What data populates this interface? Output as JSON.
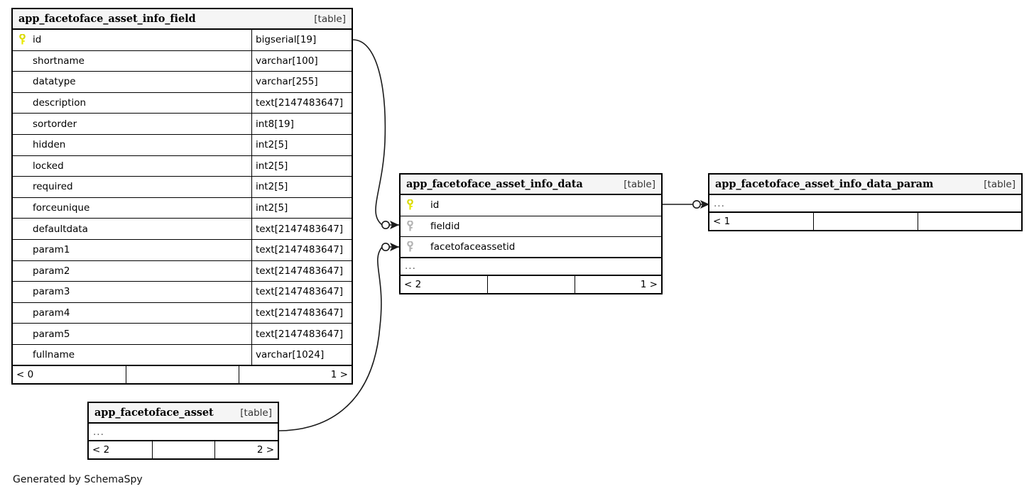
{
  "diagram": {
    "caption": "Generated by SchemaSpy",
    "table_tag": "[table]",
    "ellipsis": "...",
    "colors": {
      "primary_key": "#e8e800",
      "foreign_key": "#b3b3b3",
      "border": "#000000",
      "header_background": "#f5f5f5",
      "canvas_background": "#ffffff"
    }
  },
  "tables": {
    "asset_info_field": {
      "name": "app_facetoface_asset_info_field",
      "tag": "[table]",
      "columns": [
        {
          "name": "id",
          "type": "bigserial[19]",
          "key": "primary"
        },
        {
          "name": "shortname",
          "type": "varchar[100]",
          "key": "none"
        },
        {
          "name": "datatype",
          "type": "varchar[255]",
          "key": "none"
        },
        {
          "name": "description",
          "type": "text[2147483647]",
          "key": "none"
        },
        {
          "name": "sortorder",
          "type": "int8[19]",
          "key": "none"
        },
        {
          "name": "hidden",
          "type": "int2[5]",
          "key": "none"
        },
        {
          "name": "locked",
          "type": "int2[5]",
          "key": "none"
        },
        {
          "name": "required",
          "type": "int2[5]",
          "key": "none"
        },
        {
          "name": "forceunique",
          "type": "int2[5]",
          "key": "none"
        },
        {
          "name": "defaultdata",
          "type": "text[2147483647]",
          "key": "none"
        },
        {
          "name": "param1",
          "type": "text[2147483647]",
          "key": "none"
        },
        {
          "name": "param2",
          "type": "text[2147483647]",
          "key": "none"
        },
        {
          "name": "param3",
          "type": "text[2147483647]",
          "key": "none"
        },
        {
          "name": "param4",
          "type": "text[2147483647]",
          "key": "none"
        },
        {
          "name": "param5",
          "type": "text[2147483647]",
          "key": "none"
        },
        {
          "name": "fullname",
          "type": "varchar[1024]",
          "key": "none"
        }
      ],
      "has_ellipsis_row": false,
      "footer": {
        "left": "< 0",
        "middle": "",
        "right": "1 >"
      }
    },
    "asset_info_data": {
      "name": "app_facetoface_asset_info_data",
      "tag": "[table]",
      "columns": [
        {
          "name": "id",
          "type": "",
          "key": "primary"
        },
        {
          "name": "fieldid",
          "type": "",
          "key": "foreign"
        },
        {
          "name": "facetofaceassetid",
          "type": "",
          "key": "foreign"
        }
      ],
      "has_ellipsis_row": true,
      "footer": {
        "left": "< 2",
        "middle": "",
        "right": "1 >"
      }
    },
    "asset_info_data_param": {
      "name": "app_facetoface_asset_info_data_param",
      "tag": "[table]",
      "columns": [],
      "has_ellipsis_row": true,
      "footer": {
        "left": "< 1",
        "middle": "",
        "right": ""
      }
    },
    "asset": {
      "name": "app_facetoface_asset",
      "tag": "[table]",
      "columns": [],
      "has_ellipsis_row": true,
      "footer": {
        "left": "< 2",
        "middle": "",
        "right": "2 >"
      }
    }
  },
  "relationships": [
    {
      "from_table": "app_facetoface_asset_info_field",
      "from_column": "id",
      "to_table": "app_facetoface_asset_info_data",
      "to_column": "fieldid"
    },
    {
      "from_table": "app_facetoface_asset",
      "from_column": "...",
      "to_table": "app_facetoface_asset_info_data",
      "to_column": "facetofaceassetid"
    },
    {
      "from_table": "app_facetoface_asset_info_data",
      "from_column": "id",
      "to_table": "app_facetoface_asset_info_data_param",
      "to_column": "..."
    }
  ]
}
